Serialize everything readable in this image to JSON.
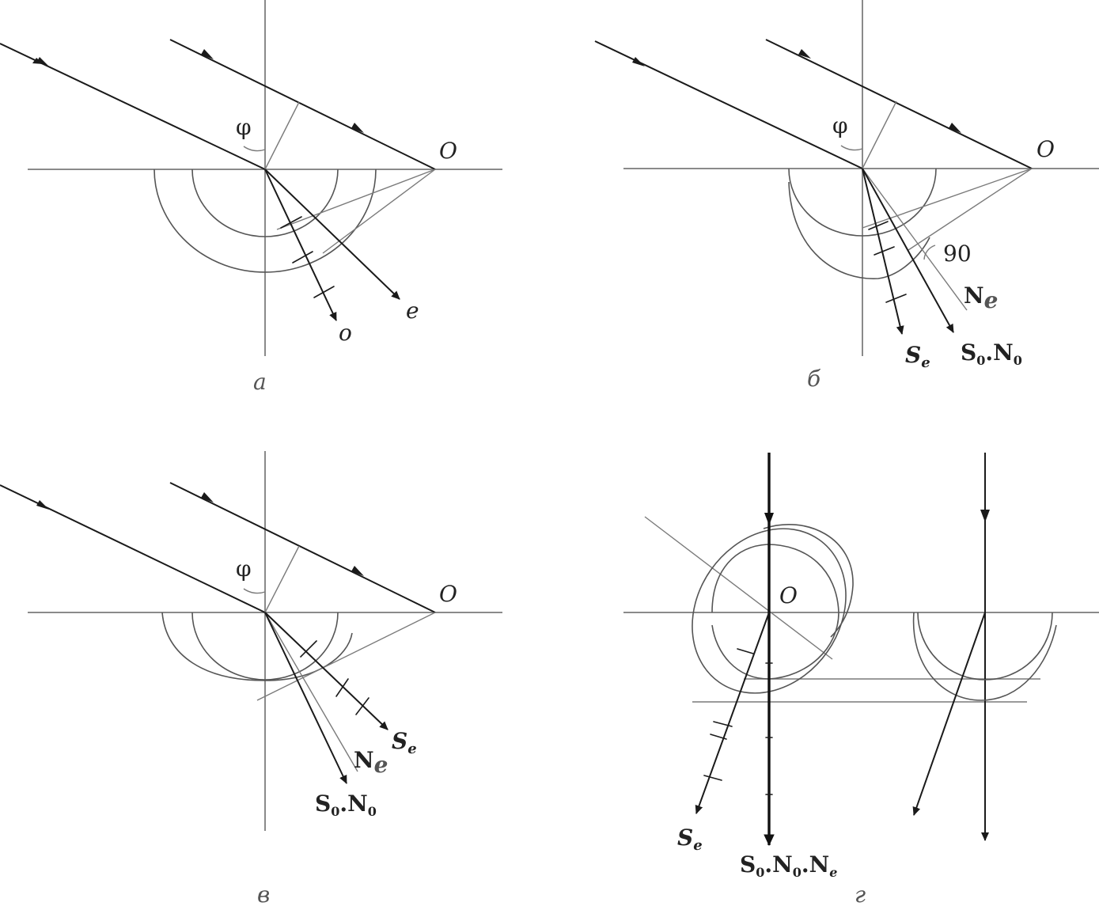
{
  "panels": {
    "a": {
      "caption": "а",
      "phi": "φ",
      "origin": "O",
      "ray_o": "o",
      "ray_e": "e"
    },
    "b": {
      "caption": "б",
      "phi": "φ",
      "origin": "O",
      "angle": "90",
      "ne": "N",
      "ne_sub": "e",
      "se": "S",
      "se_sub": "e",
      "s0n0": "S",
      "s0n0_sub1": "0",
      "s0n0_mid": ".N",
      "s0n0_sub2": "0"
    },
    "v": {
      "caption": "в",
      "phi": "φ",
      "origin": "O",
      "se": "S",
      "se_sub": "e",
      "ne": "N",
      "ne_sub": "e",
      "s0n0": "S",
      "s0n0_sub1": "0",
      "s0n0_mid": ".N",
      "s0n0_sub2": "0"
    },
    "g": {
      "caption": "г",
      "origin": "O",
      "se": "S",
      "se_sub": "e",
      "s0n0ne": "S",
      "s0n0ne_sub1": "0",
      "s0n0ne_mid1": ".N",
      "s0n0ne_sub2": "0",
      "s0n0ne_mid2": ".N",
      "s0n0ne_sub3": "e"
    }
  }
}
